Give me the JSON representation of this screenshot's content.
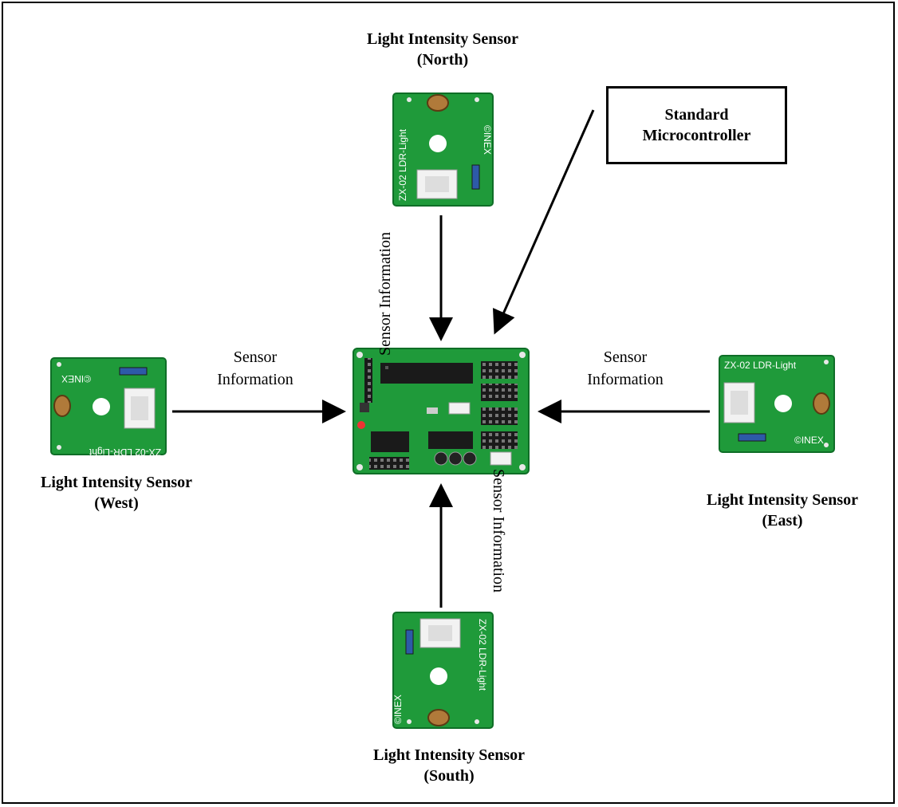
{
  "sensors": {
    "north": {
      "line1": "Light Intensity Sensor",
      "line2": "(North)"
    },
    "west": {
      "line1": "Light Intensity Sensor",
      "line2": "(West)"
    },
    "east": {
      "line1": "Light Intensity Sensor",
      "line2": "(East)"
    },
    "south": {
      "line1": "Light Intensity Sensor",
      "line2": "(South)"
    }
  },
  "board_text": {
    "model": "ZX-02 LDR-Light",
    "brand": "INEX",
    "copyright_symbol": "©"
  },
  "microcontroller": {
    "line1": "Standard",
    "line2": "Microcontroller"
  },
  "flow_labels": {
    "west_line1": "Sensor",
    "west_line2": "Information",
    "east_line1": "Sensor",
    "east_line2": "Information",
    "north": "Sensor Information",
    "south": "Sensor Information"
  },
  "colors": {
    "pcb_green": "#1f9a3a",
    "pcb_dark": "#0f6e27",
    "connector": "#f2f2f2",
    "arrow": "#000000"
  }
}
